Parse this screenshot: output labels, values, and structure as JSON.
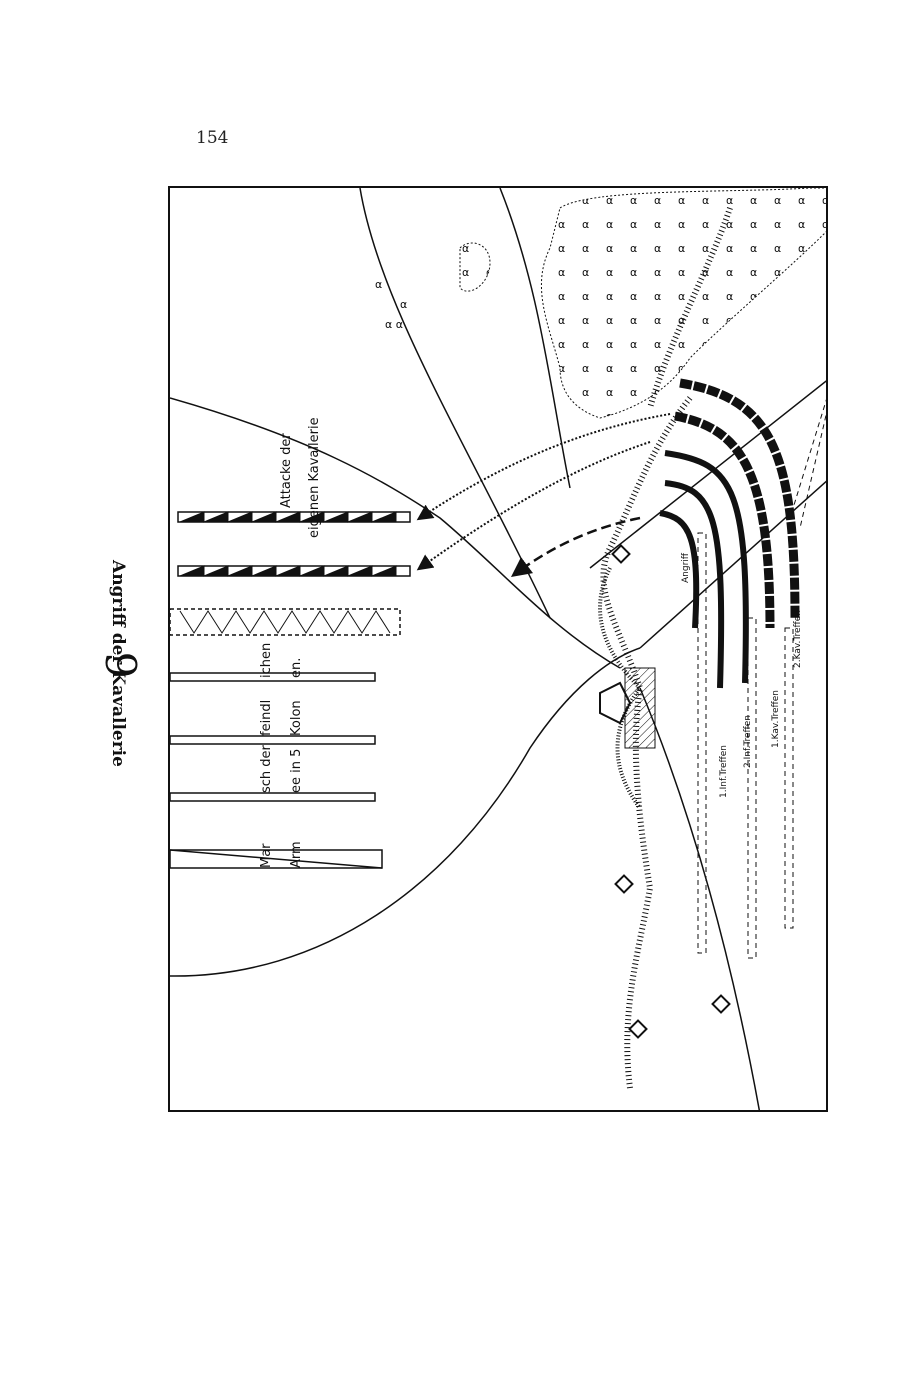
{
  "page_number": "154",
  "plate": {
    "number": "9",
    "title": "Angriff der Kavallerie"
  },
  "labels": {
    "march_line1": [
      "Mar",
      "sch der",
      "feindl",
      "ichen"
    ],
    "march_line2": [
      "Arm",
      "ee in 5",
      "Kolon",
      "en."
    ],
    "attack_line1": "Attacke der",
    "attack_line2": "eigenen Kavallerie",
    "angriff": "Angriff",
    "inf_treffen_1": "1.Inf.Treffen",
    "inf_treffen_2": "2.Inf.Treffen",
    "kav_treffen_1": "1.Kav.Treffen",
    "kav_treffen_2": "2.Kav.Treffen"
  },
  "colors": {
    "ink": "#111111",
    "paper": "#ffffff"
  }
}
